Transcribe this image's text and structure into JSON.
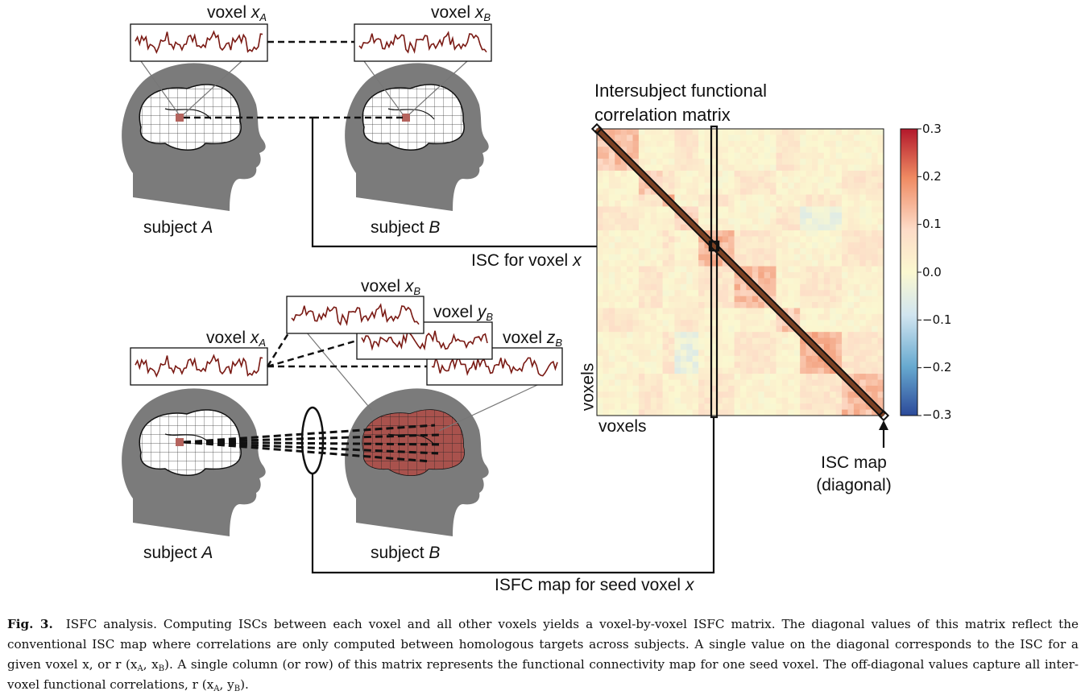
{
  "labels": {
    "voxel_word": "voxel",
    "xA_var": "x",
    "xA_sub": "A",
    "xB_var": "x",
    "xB_sub": "B",
    "yB_var": "y",
    "yB_sub": "B",
    "zB_var": "z",
    "zB_sub": "B",
    "subject_word": "subject",
    "subject_A": "A",
    "subject_B": "B",
    "matrix_title_line1": "Intersubject functional",
    "matrix_title_line2": "correlation matrix",
    "isc_for_voxel": "ISC for voxel",
    "isc_for_voxel_var": "x",
    "isc_map_line1": "ISC map",
    "isc_map_line2": "(diagonal)",
    "voxels_x": "voxels",
    "voxels_y": "voxels",
    "isfc_map": "ISFC map for seed voxel",
    "isfc_map_var": "x"
  },
  "colorbar": {
    "ticks": [
      "0.3",
      "0.2",
      "0.1",
      "0.0",
      "−0.1",
      "−0.2",
      "−0.3"
    ],
    "colors": [
      "#b2182b",
      "#ef8a62",
      "#fddbc7",
      "#fbf8d0",
      "#d1e5f0",
      "#67a9cf",
      "#2c4a9a"
    ]
  },
  "matrix": {
    "blocks": [
      0.14,
      0.22,
      0.28,
      0.36,
      0.48,
      0.62,
      0.71,
      0.86,
      1.0
    ],
    "block_strength": [
      0.8,
      0.7,
      1.0,
      0.65,
      0.9,
      0.85,
      0.75,
      0.95,
      0.85
    ]
  },
  "caption": {
    "fig_label": "Fig. 3.",
    "s1": "ISFC analysis. Computing ISCs between each voxel and all other voxels yields a voxel-by-voxel ISFC matrix. The diagonal values of this matrix reflect the conventional ISC map where correlations are only computed between homologous targets across subjects. A single value on the diagonal corresponds to the ISC for a given voxel x, or r (x",
    "s1_sub1": "A",
    "s1_mid": ", x",
    "s1_sub2": "B",
    "s2": "). A single column (or row) of this matrix represents the functional connectivity map for one seed voxel. The off-diagonal values capture all inter-voxel functional correlations, r (x",
    "s2_sub1": "A",
    "s2_mid": ", y",
    "s2_sub2": "B",
    "s2_end": ")."
  }
}
